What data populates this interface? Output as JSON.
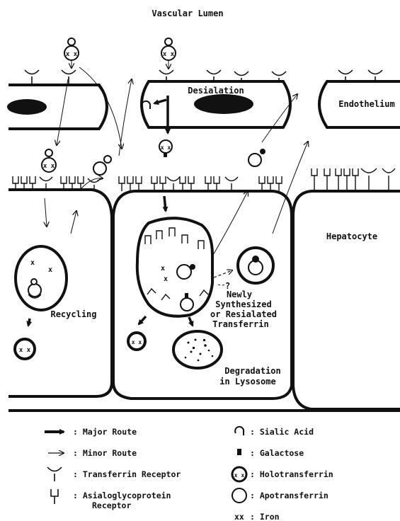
{
  "labels": {
    "vascular_lumen": "Vascular Lumen",
    "desialation": "Desialation",
    "endothelium": "Endothelium",
    "hepatocyte": "Hepatocyte",
    "recycling": "Recycling",
    "question_mark": "?",
    "newly_1": "Newly",
    "newly_2": "Synthesized",
    "newly_3": "or Resialated",
    "newly_4": "Transferrin",
    "degradation_1": "Degradation",
    "degradation_2": "in Lysosome",
    "iron_mark": "x x"
  },
  "legend": {
    "major_route": ": Major Route",
    "minor_route": ": Minor Route",
    "transferrin_receptor": ": Transferrin Receptor",
    "asialo_1": ": Asialoglycoprotein",
    "asialo_2": "Receptor",
    "sialic_acid": ": Sialic Acid",
    "galactose": ": Galactose",
    "holotransferrin": ": Holotransferrin",
    "apotransferrin": ": Apotransferrin",
    "iron_symbol": "xx",
    "iron": ": Iron"
  }
}
